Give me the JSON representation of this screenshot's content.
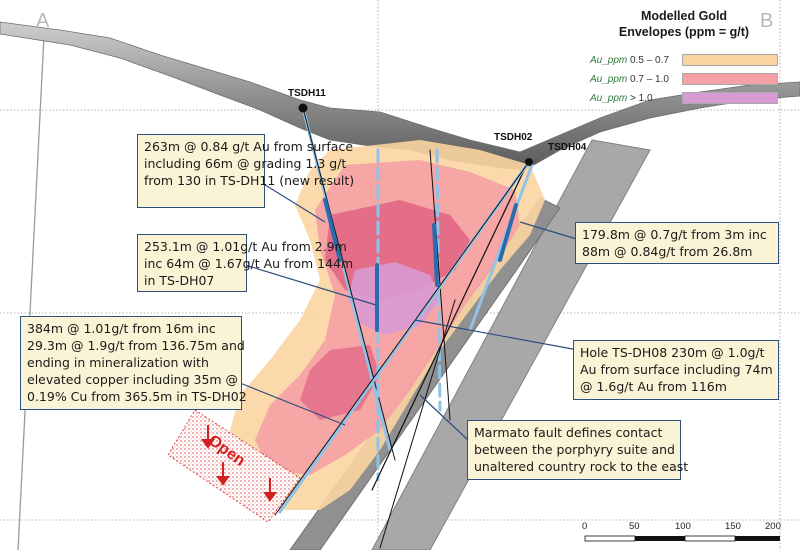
{
  "section": {
    "left_label": "A",
    "right_label": "B"
  },
  "legend": {
    "title_line1": "Modelled Gold",
    "title_line2": "Envelopes (ppm = g/t)",
    "items": [
      {
        "prefix": "Au_ppm",
        "range": "0.5 – 0.7",
        "color": "#fbd5a1"
      },
      {
        "prefix": "Au_ppm",
        "range": "0.7 – 1.0",
        "color": "#f4a0a4"
      },
      {
        "prefix": "Au_ppm",
        "range": "> 1.0",
        "color": "#d89ad2"
      }
    ]
  },
  "holes": {
    "tsdh11": "TSDH11",
    "tsdh02": "TSDH02",
    "tsdh04": "TSDH04"
  },
  "callouts": {
    "dh11": [
      "263m @ 0.84 g/t Au from surface",
      "including 66m @ grading 1.3 g/t",
      "from 130 in TS-DH11 (new result)"
    ],
    "dh07": [
      "253.1m @ 1.01g/t Au from 2.9m",
      "inc 64m @ 1.67g/t Au from 144m",
      "in TS-DH07"
    ],
    "dh02": [
      "384m @ 1.01g/t from 16m inc",
      "29.3m @ 1.9g/t from 136.75m and",
      "ending in mineralization with",
      "elevated copper including 35m @",
      "0.19% Cu from 365.5m in TS-DH02"
    ],
    "dh04": [
      "179.8m @ 0.7g/t from 3m inc",
      "88m @ 0.84g/t from 26.8m"
    ],
    "dh08": [
      "Hole TS-DH08  230m @ 1.0g/t",
      "Au from surface including 74m",
      "@ 1.6g/t Au from 116m"
    ],
    "fault": [
      "Marmato fault defines contact",
      "between the porphyry suite and",
      "unaltered country rock to the east"
    ]
  },
  "open_label": "Open",
  "scale_bar": {
    "ticks": [
      "0",
      "50",
      "100",
      "150",
      "200"
    ]
  },
  "colors": {
    "hole_light": "#8fc3ea",
    "hole_dark": "#2b6cb0",
    "fault": "#8a8a8a",
    "callout_border": "#2f4f7f",
    "open_red": "#d42020"
  }
}
